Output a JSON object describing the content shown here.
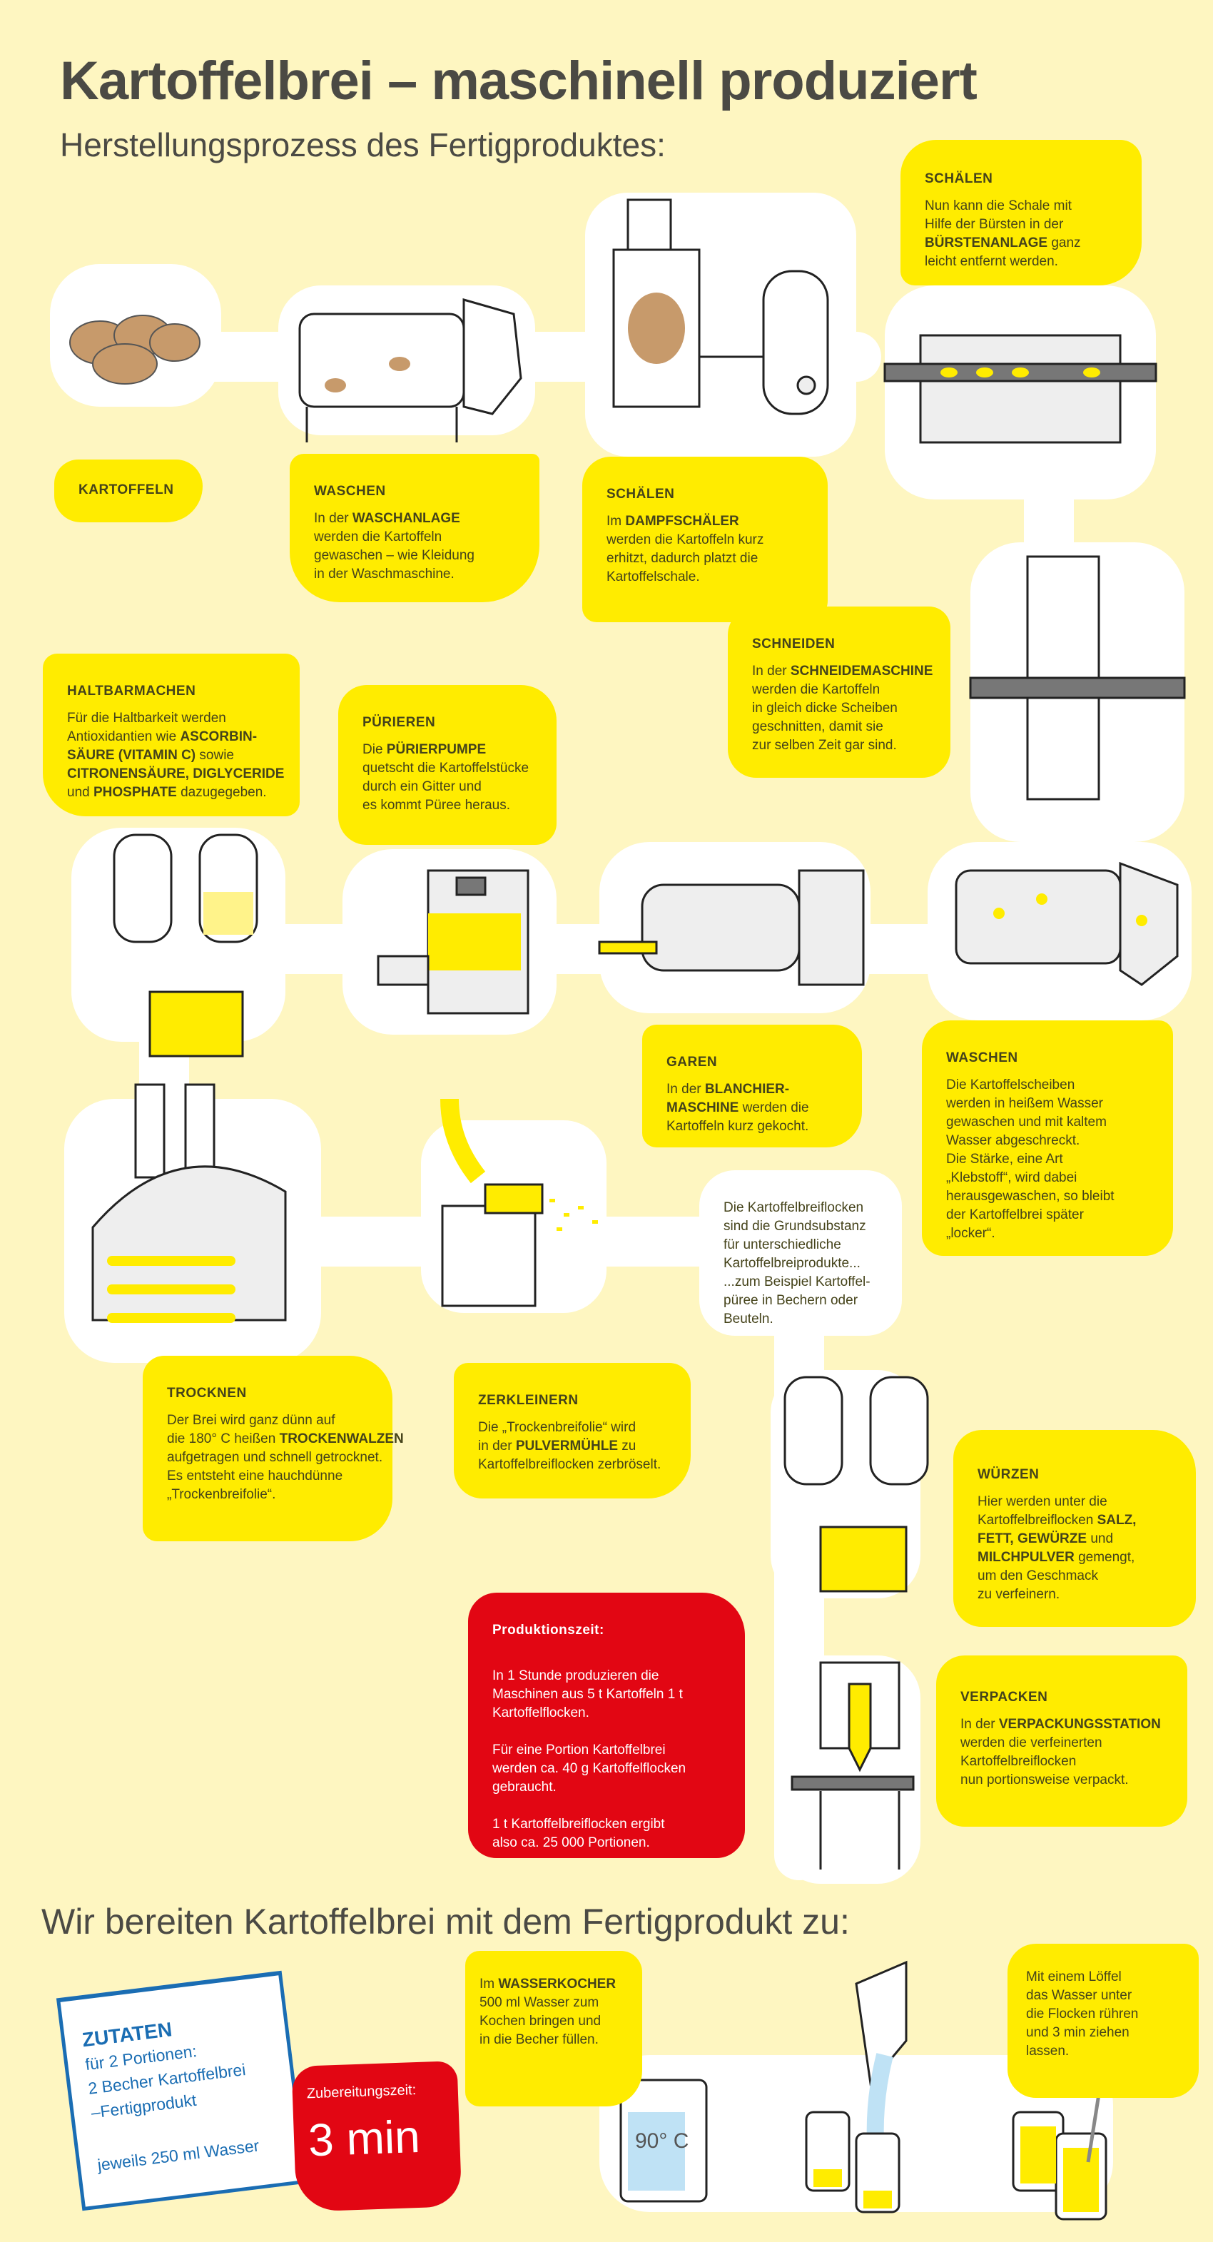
{
  "header": {
    "title": "Kartoffelbrei – maschinell produziert",
    "subtitle": "Herstellungsprozess des Fertigproduktes:"
  },
  "colors": {
    "background": "#fef6c1",
    "yellow": "#ffec00",
    "red": "#e20613",
    "blue": "#1a6db3",
    "text": "#45431a"
  },
  "steps": {
    "kartoffeln": {
      "heading": "KARTOFFELN",
      "lines": []
    },
    "waschen1": {
      "heading": "WASCHEN",
      "lines": [
        [
          [
            "In der ",
            0
          ],
          [
            "WASCHANLAGE",
            1
          ]
        ],
        [
          [
            "werden die Kartoffeln",
            0
          ]
        ],
        [
          [
            "gewaschen – wie Kleidung",
            0
          ]
        ],
        [
          [
            "in der Waschmaschine.",
            0
          ]
        ]
      ]
    },
    "schaelen1": {
      "heading": "SCHÄLEN",
      "lines": [
        [
          [
            "Im ",
            0
          ],
          [
            "DAMPFSCHÄLER",
            1
          ]
        ],
        [
          [
            "werden die Kartoffeln kurz",
            0
          ]
        ],
        [
          [
            "erhitzt, dadurch platzt die",
            0
          ]
        ],
        [
          [
            "Kartoffelschale.",
            0
          ]
        ]
      ]
    },
    "schaelen2": {
      "heading": "SCHÄLEN",
      "lines": [
        [
          [
            "Nun kann die Schale mit",
            0
          ]
        ],
        [
          [
            "Hilfe der Bürsten in der",
            0
          ]
        ],
        [
          [
            "BÜRSTENANLAGE",
            1
          ],
          [
            " ganz",
            0
          ]
        ],
        [
          [
            "leicht entfernt werden.",
            0
          ]
        ]
      ]
    },
    "schneiden": {
      "heading": "SCHNEIDEN",
      "lines": [
        [
          [
            "In der ",
            0
          ],
          [
            "SCHNEIDEMASCHINE",
            1
          ]
        ],
        [
          [
            "werden die Kartoffeln",
            0
          ]
        ],
        [
          [
            "in gleich dicke Scheiben",
            0
          ]
        ],
        [
          [
            "geschnitten, damit sie",
            0
          ]
        ],
        [
          [
            "zur selben Zeit gar sind.",
            0
          ]
        ]
      ]
    },
    "waschen2": {
      "heading": "WASCHEN",
      "lines": [
        [
          [
            "Die Kartoffelscheiben",
            0
          ]
        ],
        [
          [
            "werden in heißem Wasser",
            0
          ]
        ],
        [
          [
            "gewaschen und mit kaltem",
            0
          ]
        ],
        [
          [
            "Wasser abgeschreckt.",
            0
          ]
        ],
        [
          [
            "Die Stärke, eine Art",
            0
          ]
        ],
        [
          [
            "„Klebstoff“, wird dabei",
            0
          ]
        ],
        [
          [
            "herausgewaschen, so bleibt",
            0
          ]
        ],
        [
          [
            "der Kartoffelbrei später",
            0
          ]
        ],
        [
          [
            "„locker“.",
            0
          ]
        ]
      ]
    },
    "garen": {
      "heading": "GAREN",
      "lines": [
        [
          [
            "In der ",
            0
          ],
          [
            "BLANCHIER-",
            1
          ]
        ],
        [
          [
            "MASCHINE",
            1
          ],
          [
            " werden die",
            0
          ]
        ],
        [
          [
            "Kartoffeln kurz gekocht.",
            0
          ]
        ]
      ]
    },
    "puerieren": {
      "heading": "PÜRIEREN",
      "lines": [
        [
          [
            "Die ",
            0
          ],
          [
            "PÜRIERPUMPE",
            1
          ]
        ],
        [
          [
            "quetscht die Kartoffelstücke",
            0
          ]
        ],
        [
          [
            "durch ein Gitter und",
            0
          ]
        ],
        [
          [
            "es kommt Püree heraus.",
            0
          ]
        ]
      ]
    },
    "haltbarmachen": {
      "heading": "HALTBARMACHEN",
      "lines": [
        [
          [
            "Für die Haltbarkeit werden",
            0
          ]
        ],
        [
          [
            "Antioxidantien wie ",
            0
          ],
          [
            "ASCORBIN-",
            1
          ]
        ],
        [
          [
            "SÄURE (VITAMIN C)",
            1
          ],
          [
            " sowie",
            0
          ]
        ],
        [
          [
            "CITRONENSÄURE, DIGLYCERIDE",
            1
          ]
        ],
        [
          [
            "und ",
            0
          ],
          [
            "PHOSPHATE",
            1
          ],
          [
            " dazugegeben.",
            0
          ]
        ]
      ]
    },
    "trocknen": {
      "heading": "TROCKNEN",
      "lines": [
        [
          [
            "Der Brei wird ganz dünn auf",
            0
          ]
        ],
        [
          [
            "die 180° C heißen ",
            0
          ],
          [
            "TROCKENWALZEN",
            1
          ]
        ],
        [
          [
            "aufgetragen und schnell getrocknet.",
            0
          ]
        ],
        [
          [
            "Es entsteht eine hauchdünne",
            0
          ]
        ],
        [
          [
            "„Trockenbreifolie“.",
            0
          ]
        ]
      ]
    },
    "zerkleinern": {
      "heading": "ZERKLEINERN",
      "lines": [
        [
          [
            "Die „Trockenbreifolie“ wird",
            0
          ]
        ],
        [
          [
            "in der ",
            0
          ],
          [
            "PULVERMÜHLE",
            1
          ],
          [
            " zu",
            0
          ]
        ],
        [
          [
            "Kartoffelbreiflocken zerbröselt.",
            0
          ]
        ]
      ]
    },
    "info": {
      "heading": "",
      "lines": [
        [
          [
            "Die Kartoffelbreiflocken",
            0
          ]
        ],
        [
          [
            "sind die Grundsubstanz",
            0
          ]
        ],
        [
          [
            "für unterschiedliche",
            0
          ]
        ],
        [
          [
            "Kartoffelbreiprodukte...",
            0
          ]
        ],
        [
          [
            "...zum Beispiel Kartoffel-",
            0
          ]
        ],
        [
          [
            "püree in Bechern oder",
            0
          ]
        ],
        [
          [
            "Beuteln.",
            0
          ]
        ]
      ]
    },
    "wuerzen": {
      "heading": "WÜRZEN",
      "lines": [
        [
          [
            "Hier werden unter die",
            0
          ]
        ],
        [
          [
            "Kartoffelbreiflocken ",
            0
          ],
          [
            "SALZ,",
            1
          ]
        ],
        [
          [
            "FETT, GEWÜRZE",
            1
          ],
          [
            " und",
            0
          ]
        ],
        [
          [
            "MILCHPULVER",
            1
          ],
          [
            " gemengt,",
            0
          ]
        ],
        [
          [
            "um den Geschmack",
            0
          ]
        ],
        [
          [
            "zu verfeinern.",
            0
          ]
        ]
      ]
    },
    "verpacken": {
      "heading": "VERPACKEN",
      "lines": [
        [
          [
            "In der ",
            0
          ],
          [
            "VERPACKUNGSSTATION",
            1
          ]
        ],
        [
          [
            "werden die verfeinerten",
            0
          ]
        ],
        [
          [
            "Kartoffelbreiflocken",
            0
          ]
        ],
        [
          [
            "nun portionsweise verpackt.",
            0
          ]
        ]
      ]
    },
    "produktion": {
      "heading": "Produktionszeit:",
      "lines": [
        [
          [
            "",
            0
          ]
        ],
        [
          [
            "In 1 Stunde produzieren die",
            0
          ]
        ],
        [
          [
            "Maschinen aus 5 t Kartoffeln 1 t",
            0
          ]
        ],
        [
          [
            "Kartoffelflocken.",
            0
          ]
        ],
        [
          [
            "",
            0
          ]
        ],
        [
          [
            "Für eine Portion Kartoffelbrei",
            0
          ]
        ],
        [
          [
            "werden ca. 40 g Kartoffelflocken",
            0
          ]
        ],
        [
          [
            "gebraucht.",
            0
          ]
        ],
        [
          [
            "",
            0
          ]
        ],
        [
          [
            "1 t Kartoffelbreiflocken ergibt",
            0
          ]
        ],
        [
          [
            "also ca. 25 000 Portionen.",
            0
          ]
        ]
      ]
    }
  },
  "preparation": {
    "heading": "Wir bereiten Kartoffelbrei mit dem Fertigprodukt zu:",
    "zutaten": {
      "title": "ZUTATEN",
      "portions": "für 2 Portionen:",
      "item1": "2 Becher Kartoffelbrei",
      "item2": "–Fertigprodukt",
      "water": "jeweils 250 ml Wasser"
    },
    "time": {
      "label": "Zubereitungszeit:",
      "value": "3 min"
    },
    "kettle_temp": "90° C",
    "wasserkocher": {
      "heading": "",
      "lines": [
        [
          [
            "Im ",
            0
          ],
          [
            "WASSERKOCHER",
            1
          ]
        ],
        [
          [
            "500 ml Wasser zum",
            0
          ]
        ],
        [
          [
            "Kochen bringen und",
            0
          ]
        ],
        [
          [
            "in die Becher füllen.",
            0
          ]
        ]
      ]
    },
    "loeffel": {
      "heading": "",
      "lines": [
        [
          [
            "Mit einem Löffel",
            0
          ]
        ],
        [
          [
            "das Wasser unter",
            0
          ]
        ],
        [
          [
            "die Flocken rühren",
            0
          ]
        ],
        [
          [
            "und 3 min ziehen",
            0
          ]
        ],
        [
          [
            "lassen.",
            0
          ]
        ]
      ]
    }
  }
}
